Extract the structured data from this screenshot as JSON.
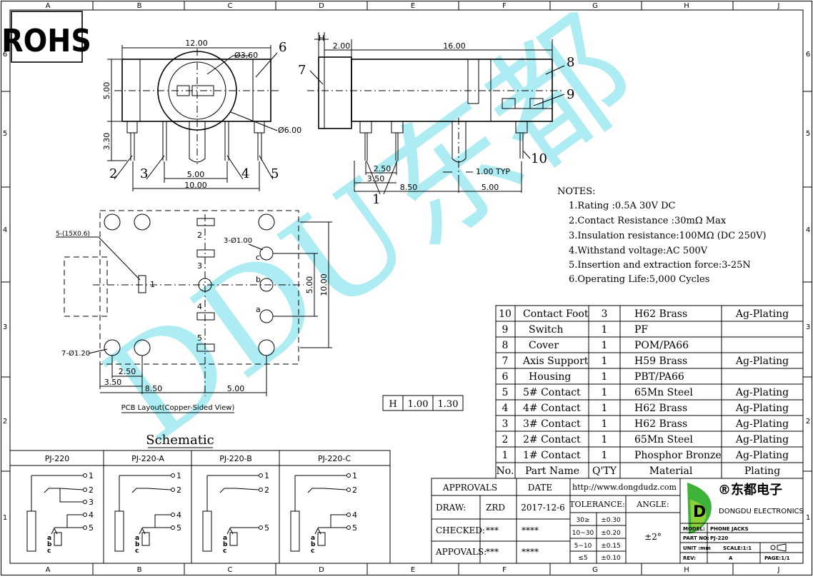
{
  "frame": {
    "col_letters": [
      "A",
      "B",
      "C",
      "D",
      "E",
      "F",
      "G",
      "H",
      "J"
    ],
    "row_numbers": [
      "6",
      "5",
      "4",
      "3",
      "2",
      "1"
    ]
  },
  "rohs": "ROHS",
  "watermark": "DDU东都",
  "front_view": {
    "dims": {
      "width": "12.00",
      "hole": "Ø3.60",
      "outer": "Ø6.00",
      "height": "5.00",
      "pin_len": "3.30",
      "pin_pitch": "5.00",
      "pin_span": "10.00"
    },
    "callouts": [
      "6",
      "2",
      "3",
      "4",
      "5"
    ]
  },
  "side_view": {
    "dims": {
      "h_label": "H",
      "head": "2.00",
      "length": "16.00",
      "d250": "2.50",
      "d350": "3.50",
      "d850": "8.50",
      "d500": "5.00",
      "typ": "1.00 TYP"
    },
    "callouts": [
      "7",
      "8",
      "9",
      "10",
      "1"
    ]
  },
  "pcb_layout": {
    "slot_label": "5-(15X0.6)",
    "hole3": "3-Ø1.00",
    "hole7": "7-Ø1.20",
    "pin_labels": [
      "1",
      "2",
      "3",
      "4",
      "5"
    ],
    "letters": [
      "c",
      "b",
      "a"
    ],
    "dims": {
      "d250": "2.50",
      "d350": "3.50",
      "d850": "8.50",
      "d500": "5.00",
      "v500": "5.00",
      "v1000": "10.00"
    },
    "caption": "PCB Layout(Copper-Sided View)"
  },
  "h_table": {
    "h": "H",
    "v1": "1.00",
    "v2": "1.30"
  },
  "notes": {
    "title": "NOTES:",
    "items": [
      "1.Rating :0.5A 30V DC",
      "2.Contact Resistance :30mΩ Max",
      "3.Insulation resistance:100MΩ (DC 250V)",
      "4.Withstand voltage:AC 500V",
      "5.Insertion and extraction force:3-25N",
      "6.Operating Life:5,000 Cycles"
    ]
  },
  "bom": {
    "header": {
      "no": "No.",
      "name": "Part Name",
      "qty": "Q'TY",
      "material": "Material",
      "plating": "Plating"
    },
    "rows": [
      {
        "no": "10",
        "name": "Contact Foot",
        "qty": "3",
        "material": "H62 Brass",
        "plating": "Ag-Plating"
      },
      {
        "no": "9",
        "name": "Switch",
        "qty": "1",
        "material": "PF",
        "plating": ""
      },
      {
        "no": "8",
        "name": "Cover",
        "qty": "1",
        "material": "POM/PA66",
        "plating": ""
      },
      {
        "no": "7",
        "name": "Axis Support",
        "qty": "1",
        "material": "H59 Brass",
        "plating": "Ag-Plating"
      },
      {
        "no": "6",
        "name": "Housing",
        "qty": "1",
        "material": "PBT/PA66",
        "plating": ""
      },
      {
        "no": "5",
        "name": "5# Contact",
        "qty": "1",
        "material": "65Mn Steel",
        "plating": "Ag-Plating"
      },
      {
        "no": "4",
        "name": "4# Contact",
        "qty": "1",
        "material": "H62 Brass",
        "plating": "Ag-Plating"
      },
      {
        "no": "3",
        "name": "3# Contact",
        "qty": "1",
        "material": "H62 Brass",
        "plating": "Ag-Plating"
      },
      {
        "no": "2",
        "name": "2# Contact",
        "qty": "1",
        "material": "65Mn Steel",
        "plating": "Ag-Plating"
      },
      {
        "no": "1",
        "name": "1# Contact",
        "qty": "1",
        "material": "Phosphor Bronze",
        "plating": "Ag-Plating"
      }
    ]
  },
  "schematic": {
    "title": "Schematic",
    "columns": [
      "PJ-220",
      "PJ-220-A",
      "PJ-220-B",
      "PJ-220-C"
    ],
    "pins": [
      "1",
      "2",
      "3",
      "4",
      "5"
    ],
    "letters": [
      "a",
      "b",
      "c"
    ]
  },
  "title_block": {
    "approvals": "APPROVALS",
    "date": "DATE",
    "draw_label": "DRAW:",
    "draw_value": "ZRD",
    "draw_date": "2017-12-6",
    "checked_label": "CHECKED:",
    "checked_value": "***",
    "checked_date": "****",
    "appvals_label": "APPOVALS:",
    "appvals_value": "***",
    "appvals_date": "****",
    "website": "http://www.dongdudz.com",
    "tolerance": "TOLERANCE:",
    "angle": "ANGLE:",
    "tol_rows": [
      {
        "range": "30≥",
        "value": "±0.30"
      },
      {
        "range": "10~30",
        "value": "±0.20"
      },
      {
        "range": "5~10",
        "value": "±0.15"
      },
      {
        "range": "≤5",
        "value": "±0.10"
      }
    ],
    "angle_value": "±2°",
    "company_cn": "®东都电子",
    "company_en": "DONGDU ELECTRONICS",
    "model_label": "MODEL:",
    "model_value": "PHONE JACKS",
    "part_label": "PART NO:",
    "part_value": "PJ-220",
    "unit_label": "UNIT :mm",
    "scale": "SCALE:1:1",
    "rev_label": "REV:",
    "rev_value": "A",
    "page": "PAGE:1/1"
  },
  "colors": {
    "watermark": "#9fe9f1",
    "logo_green": "#3fb23a",
    "logo_lime": "#8dd13b"
  }
}
